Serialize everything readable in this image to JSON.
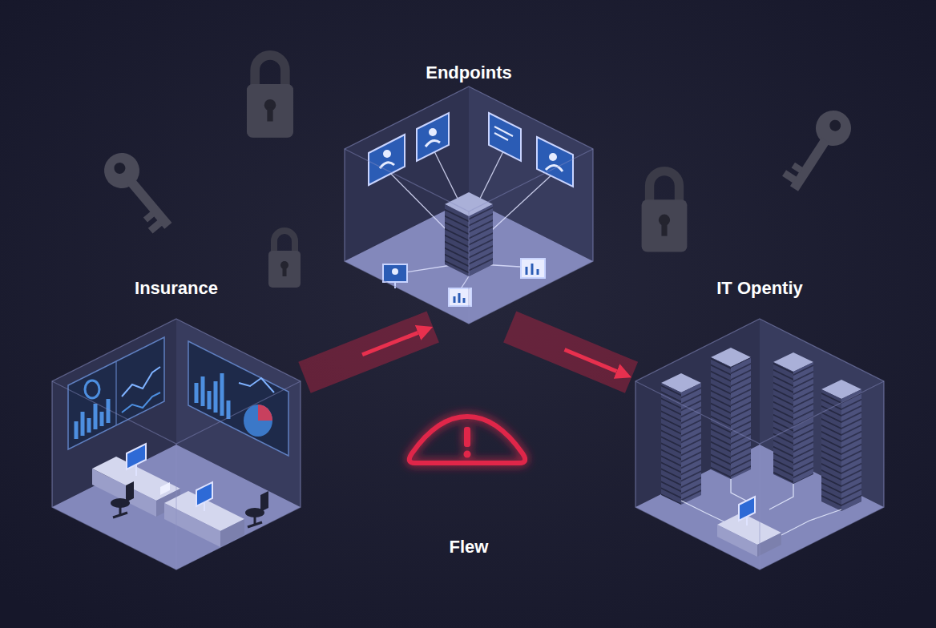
{
  "diagram": {
    "nodes": [
      {
        "text": [
          "Endpoints"
        ]
      },
      {
        "text": [
          "Insurance"
        ]
      },
      {
        "text": [
          "IT Opentiy"
        ]
      }
    ],
    "edges": [
      {
        "from": 1,
        "to": 0,
        "arrow": "to"
      },
      {
        "from": 0,
        "to": 2,
        "arrow": "to"
      }
    ],
    "labels": [
      "Flew"
    ]
  }
}
